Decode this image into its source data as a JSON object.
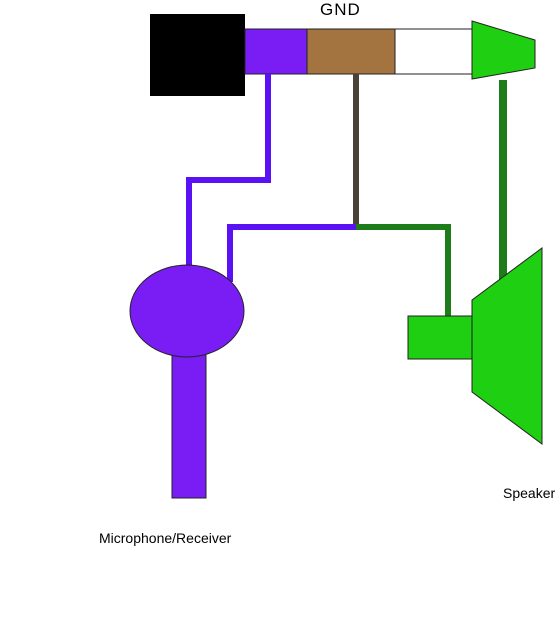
{
  "labels": {
    "gnd": "GND",
    "speaker": "Speaker",
    "microphone": "Microphone/Receiver"
  },
  "colors": {
    "plug_sleeve": "#000000",
    "mic_wire": "#5a12f5",
    "gnd_wire": "#4a4137",
    "speaker_wire": "#1e7d1a",
    "mic_body": "#7a1df5",
    "speaker_body": "#1fcf12",
    "gnd_segment": "#a37440"
  },
  "icons": [
    "plug-icon",
    "microphone-icon",
    "speaker-icon"
  ]
}
